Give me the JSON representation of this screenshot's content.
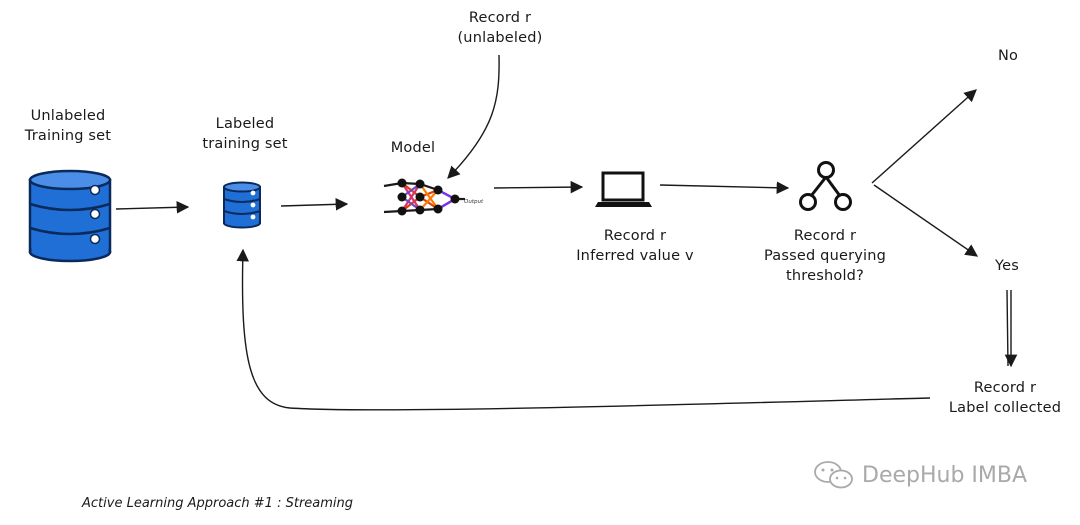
{
  "labels": {
    "unlabeled_set": [
      "Unlabeled",
      "Training set"
    ],
    "labeled_set": [
      "Labeled",
      "training set"
    ],
    "model": "Model",
    "incoming_record": [
      "Record r",
      "(unlabeled)"
    ],
    "inference": [
      "Record r",
      "Inferred value v"
    ],
    "threshold": [
      "Record r",
      "Passed querying",
      "threshold?"
    ],
    "no": "No",
    "yes": "Yes",
    "label_collected": [
      "Record r",
      "Label collected"
    ],
    "network_output": "Output"
  },
  "caption": "Active Learning Approach #1 : Streaming",
  "watermark": "DeepHub IMBA",
  "icons": {
    "unlabeled_db": "database-icon",
    "labeled_db": "database-icon",
    "model": "neural-network-icon",
    "laptop": "laptop-icon",
    "decision": "decision-tree-icon",
    "watermark_logo": "wechat-icon"
  },
  "colors": {
    "db_fill": "#1f6fd6",
    "db_stroke": "#0b2a5c",
    "ink": "#1a1a1a",
    "watermark": "#a9a9a9"
  }
}
